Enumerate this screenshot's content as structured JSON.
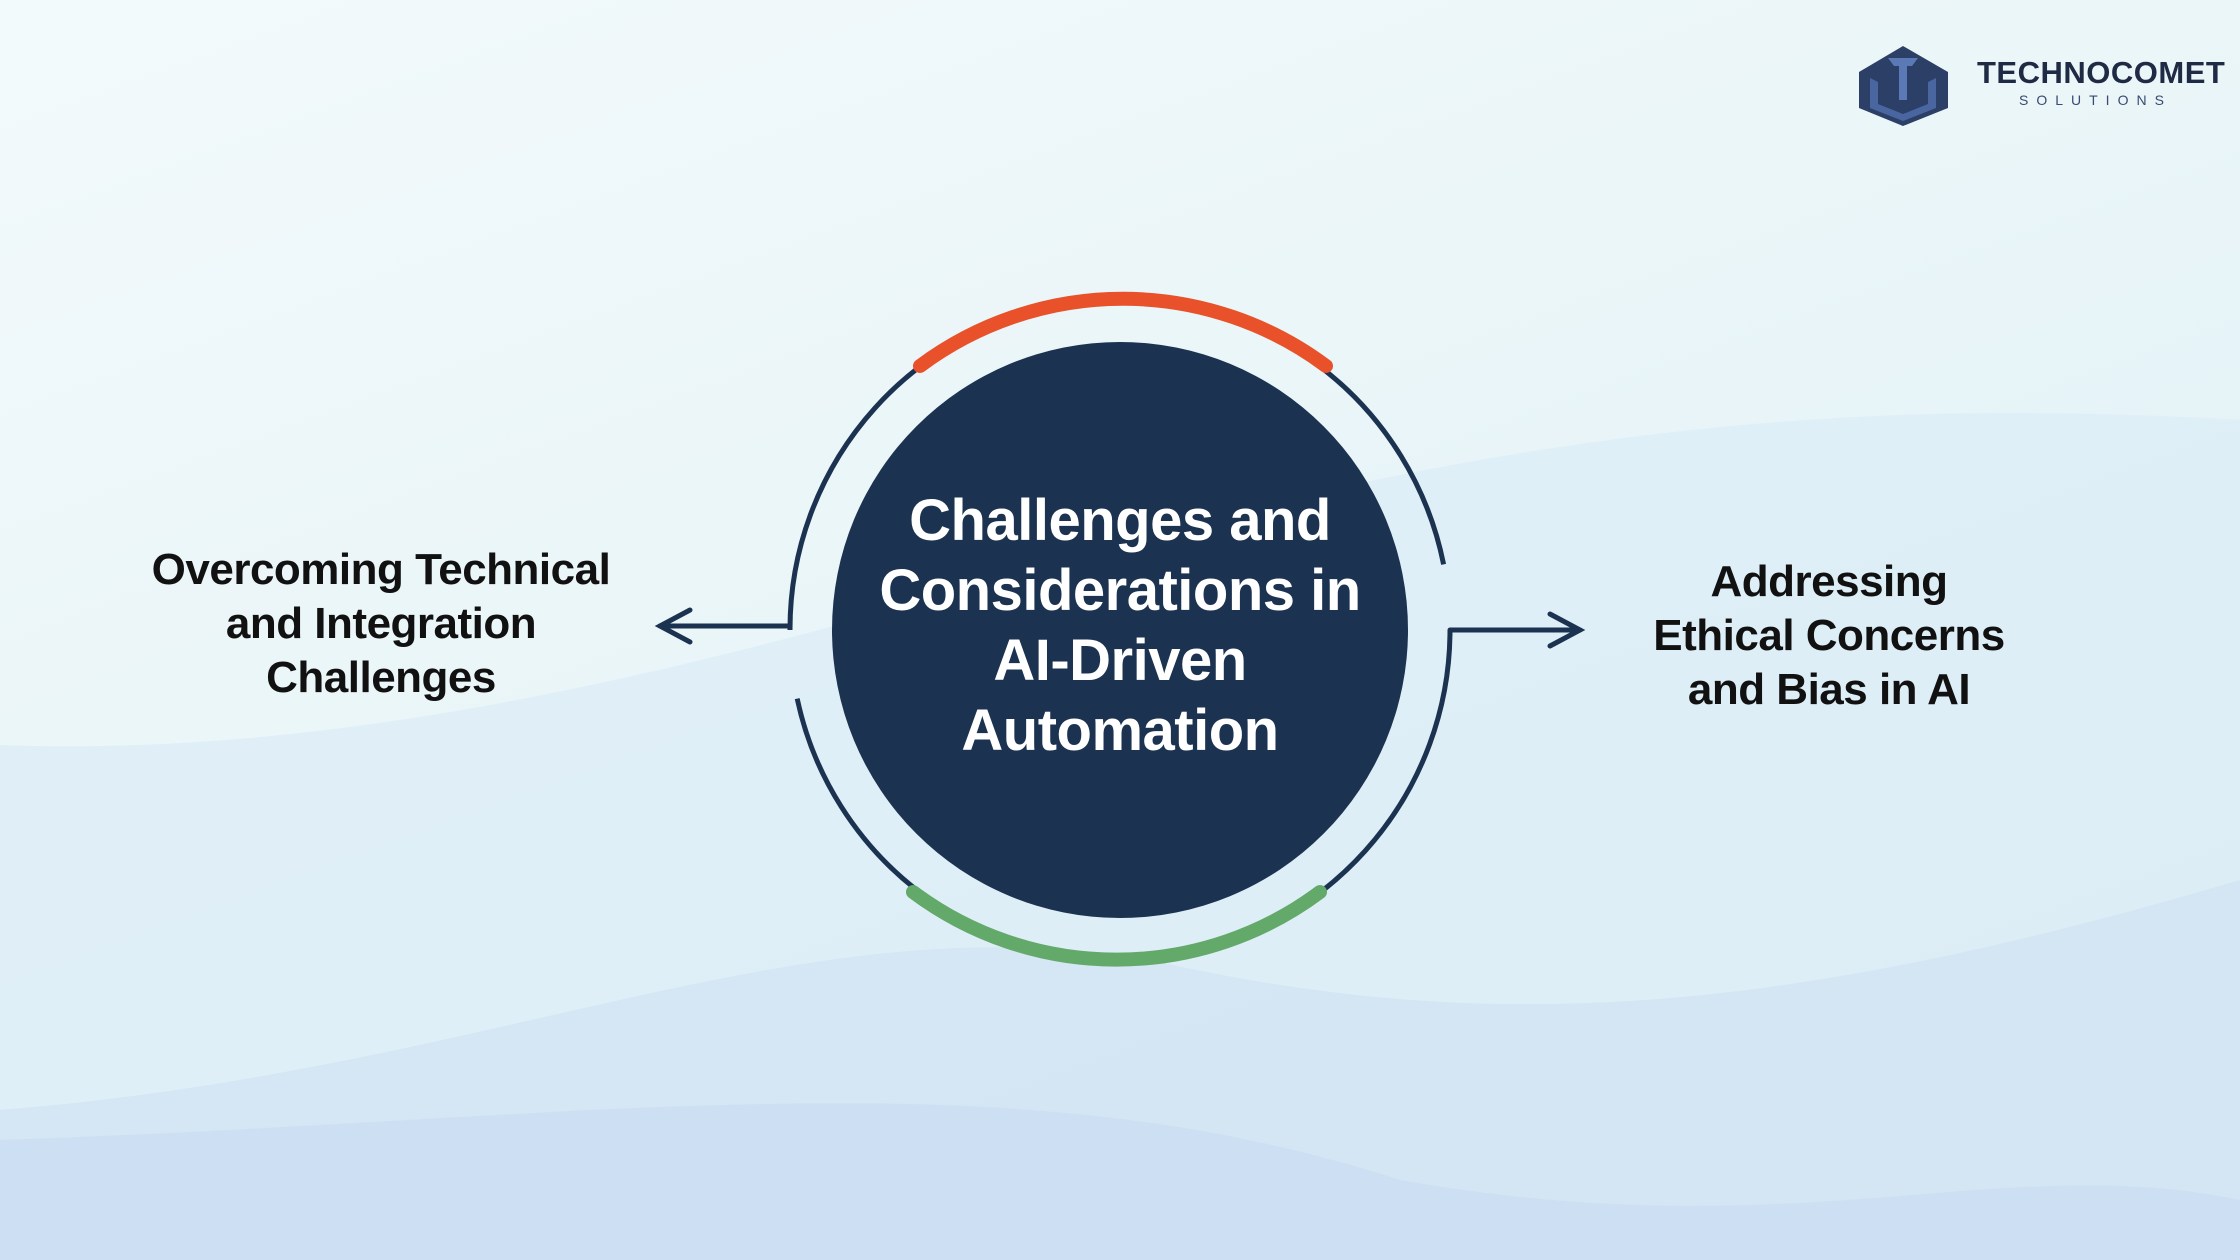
{
  "logo": {
    "name": "TECHNOCOMET",
    "tagline": "SOLUTIONS"
  },
  "center": {
    "lines": [
      "Challenges and",
      "Considerations in",
      "AI-Driven",
      "Automation"
    ]
  },
  "left_item": {
    "lines": [
      "Overcoming Technical",
      "and Integration",
      "Challenges"
    ]
  },
  "right_item": {
    "lines": [
      "Addressing",
      "Ethical Concerns",
      "and Bias in AI"
    ]
  },
  "colors": {
    "navy": "#1b3350",
    "orange": "#e8512a",
    "green": "#63a96a"
  }
}
